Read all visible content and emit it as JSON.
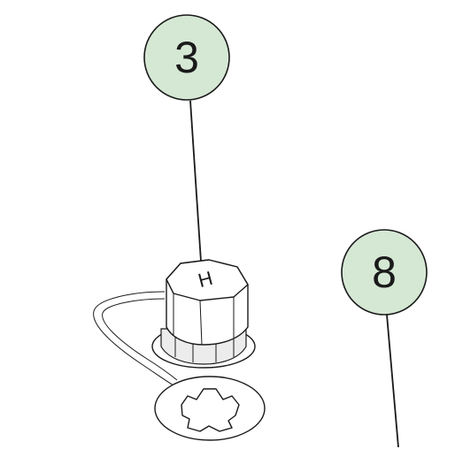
{
  "callouts": [
    {
      "id": "callout-3",
      "label": "3"
    },
    {
      "id": "callout-8",
      "label": "8"
    }
  ],
  "cap_marking": "H",
  "colors": {
    "callout_fill": "#d5e8d4",
    "line": "#1a1a1a",
    "background": "#ffffff"
  }
}
